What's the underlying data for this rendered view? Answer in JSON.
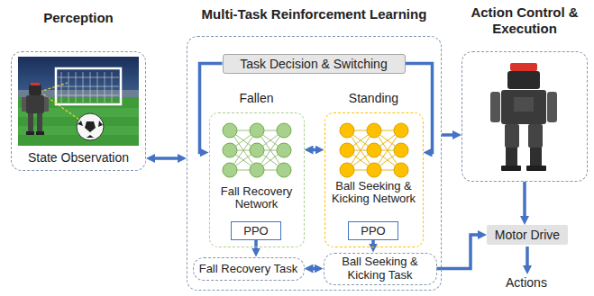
{
  "diagram": {
    "nodes": [
      {
        "text": [
          "Perception",
          "State Observation"
        ]
      },
      {
        "text": [
          "Multi-Task Reinforcement Learning"
        ]
      },
      {
        "text": [
          "Task Decision & Switching"
        ],
        "in": 1
      },
      {
        "text": [
          "Fallen",
          "Fall Recovery Network"
        ],
        "in": 1
      },
      {
        "text": [
          "PPO"
        ],
        "in": 3
      },
      {
        "text": [
          "Standing",
          "Ball Seeking & Kicking Network"
        ],
        "in": 1
      },
      {
        "text": [
          "PPO"
        ],
        "in": 5
      },
      {
        "text": [
          "Fall Recovery Task"
        ],
        "in": 1
      },
      {
        "text": [
          "Ball Seeking & Kicking Task"
        ],
        "in": 1
      },
      {
        "text": [
          "Action Control & Execution"
        ]
      },
      {
        "text": [
          "Motor Drive"
        ]
      }
    ],
    "edges": [
      {
        "from": 0,
        "to": 1,
        "arrow": "both"
      },
      {
        "from": 2,
        "to": 3,
        "arrow": "to"
      },
      {
        "from": 2,
        "to": 5,
        "arrow": "to"
      },
      {
        "from": 3,
        "to": 5,
        "arrow": "both"
      },
      {
        "from": 4,
        "to": 7,
        "arrow": "to"
      },
      {
        "from": 6,
        "to": 8,
        "arrow": "to"
      },
      {
        "from": 7,
        "to": 8,
        "arrow": "both"
      },
      {
        "from": 1,
        "to": 9,
        "arrow": "to"
      },
      {
        "from": 9,
        "to": 10,
        "arrow": "to"
      },
      {
        "from": 8,
        "to": 10,
        "arrow": "to"
      }
    ],
    "labels": [
      "Actions"
    ]
  }
}
